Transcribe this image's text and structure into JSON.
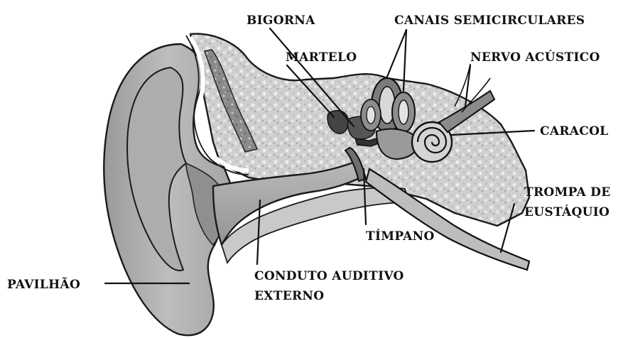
{
  "labels": {
    "bigorna": "BIGORNA",
    "canais_semicirculares": "CANAIS SEMICIRCULARES",
    "martelo": "MARTELO",
    "nervo_acustico": "NERVO ACÚSTICO",
    "caracol": "CARACOL",
    "trompa_line1": "TROMPA DE",
    "trompa_line2": "EUSTÁQUIO",
    "timpano": "TÍMPANO",
    "pavilhao": "PAVILHÃO",
    "conduto_line1": "CONDUTO AUDITIVO",
    "conduto_line2": "EXTERNO"
  }
}
